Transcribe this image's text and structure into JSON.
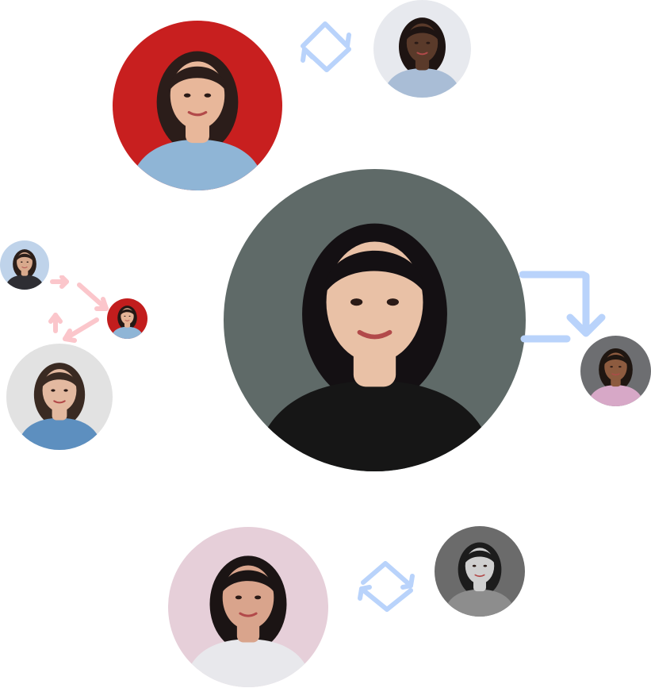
{
  "illustration": {
    "avatars": [
      {
        "id": "woman-sunglasses-red-wall",
        "background": "#c81f1f",
        "skin": "#e8b79a",
        "hair": "#2b1d1a",
        "clothing": "#8fb5d6"
      },
      {
        "id": "man-blazer-top",
        "background": "#e7e9ee",
        "skin": "#5a3a2a",
        "hair": "#1e1412",
        "clothing": "#a9bdd6"
      },
      {
        "id": "woman-center-portrait",
        "background": "#5f6a68",
        "skin": "#e9c1a6",
        "hair": "#141013",
        "clothing": "#161616"
      },
      {
        "id": "man-smiling-small-left",
        "background": "#bfd3ea",
        "skin": "#d8a98c",
        "hair": "#2b1f1a",
        "clothing": "#2e2e33"
      },
      {
        "id": "woman-sunglasses-small",
        "background": "#c21d1d",
        "skin": "#e5b497",
        "hair": "#241815",
        "clothing": "#8fb5d6"
      },
      {
        "id": "man-denim-jacket",
        "background": "#e2e2e2",
        "skin": "#e3b9a0",
        "hair": "#3a2a22",
        "clothing": "#5d8fbf"
      },
      {
        "id": "man-right-small",
        "background": "#6d6e71",
        "skin": "#8d5b3f",
        "hair": "#1f1611",
        "clothing": "#d7a8c7"
      },
      {
        "id": "man-crouching-pink",
        "background": "#e6cfd9",
        "skin": "#d9a48c",
        "hair": "#1b1414",
        "clothing": "#e8e8ec"
      },
      {
        "id": "man-grayscale-smile",
        "background": "#6b6b6b",
        "skin": "#cfcfcf",
        "hair": "#1c1c1c",
        "clothing": "#8d8d8d"
      }
    ],
    "arrows": [
      {
        "id": "cycle-top",
        "color": "#b9d3fb"
      },
      {
        "id": "cycle-left-triangle",
        "color": "#fbc6cb"
      },
      {
        "id": "right-bend-arrow",
        "color": "#b9d3fb"
      },
      {
        "id": "cycle-bottom",
        "color": "#b9d3fb"
      }
    ]
  }
}
